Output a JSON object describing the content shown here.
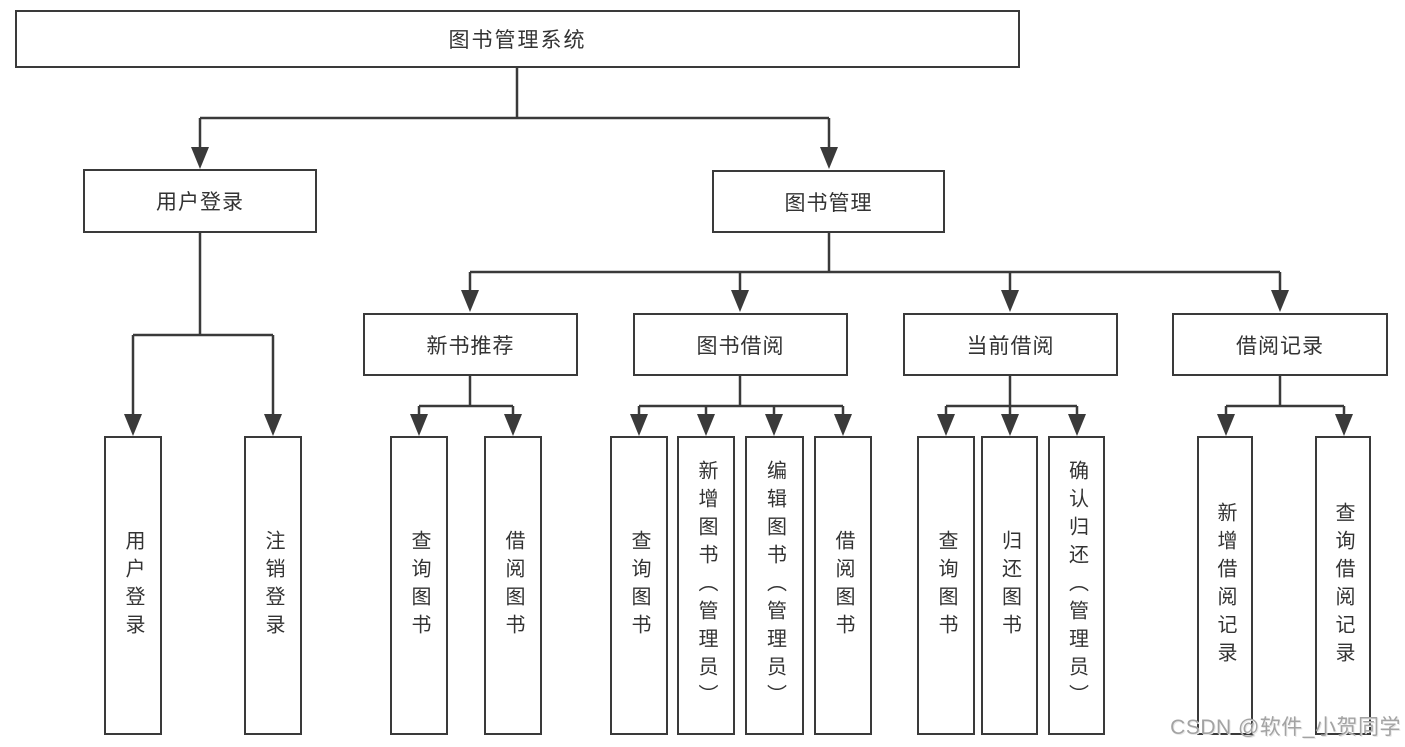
{
  "diagram": {
    "root": {
      "label": "图书管理系统"
    },
    "branches": [
      {
        "label": "用户登录",
        "children": [
          {
            "label": "用户登录"
          },
          {
            "label": "注销登录"
          }
        ]
      },
      {
        "label": "图书管理",
        "children": [
          {
            "label": "新书推荐",
            "children": [
              {
                "label": "查询图书"
              },
              {
                "label": "借阅图书"
              }
            ]
          },
          {
            "label": "图书借阅",
            "children": [
              {
                "label": "查询图书"
              },
              {
                "label": "新增图书（管理员）"
              },
              {
                "label": "编辑图书（管理员）"
              },
              {
                "label": "借阅图书"
              }
            ]
          },
          {
            "label": "当前借阅",
            "children": [
              {
                "label": "查询图书"
              },
              {
                "label": "归还图书"
              },
              {
                "label": "确认归还（管理员）"
              }
            ]
          },
          {
            "label": "借阅记录",
            "children": [
              {
                "label": "新增借阅记录"
              },
              {
                "label": "查询借阅记录"
              }
            ]
          }
        ]
      }
    ]
  },
  "watermark": {
    "text": "CSDN @软件_小贺同学"
  },
  "colors": {
    "line": "#3a3a3a",
    "box_border": "#3a3a3a",
    "text": "#333333",
    "watermark": "#a3a3a3",
    "background": "#ffffff"
  }
}
